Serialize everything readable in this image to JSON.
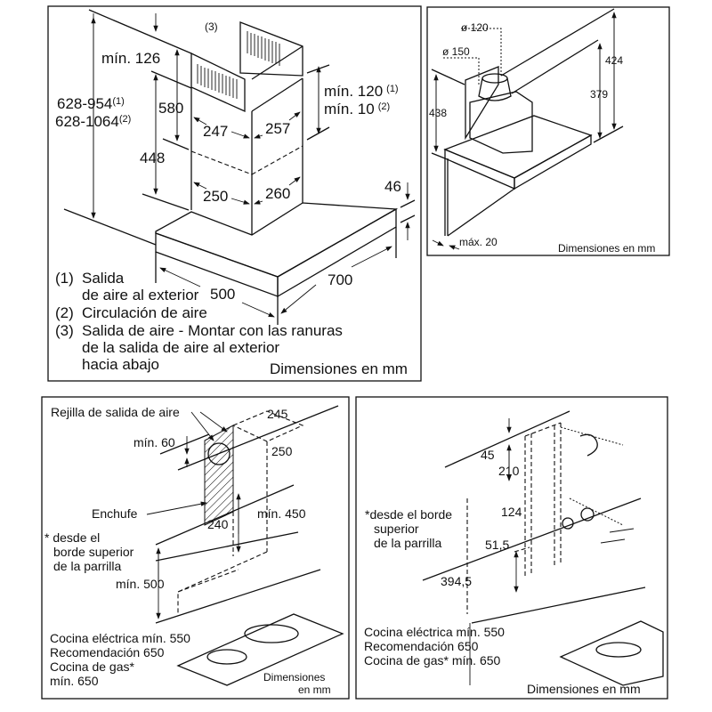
{
  "panel_main": {
    "label_3": "(3)",
    "min126": "mín. 126",
    "h1": "628-954",
    "h1_sup": "(1)",
    "h2": "628-1064",
    "h2_sup": "(2)",
    "d580": "580",
    "d448": "448",
    "d247": "247",
    "d257": "257",
    "d250": "250",
    "d260": "260",
    "min120": "mín. 120",
    "min120_sup": "(1)",
    "min10": "mín. 10",
    "min10_sup": "(2)",
    "d46": "46",
    "d500": "500",
    "d700": "700",
    "legend": [
      {
        "num": "(1)",
        "lines": [
          "Salida",
          "de aire al exterior"
        ]
      },
      {
        "num": "(2)",
        "lines": [
          "Circulación de aire"
        ]
      },
      {
        "num": "(3)",
        "lines": [
          "Salida de aire - Montar con las ranuras",
          "de la salida de aire al exterior",
          "hacia abajo"
        ]
      }
    ],
    "units": "Dimensiones en mm"
  },
  "panel_side": {
    "dia120": "ø 120",
    "dia150": "ø 150",
    "d424": "424",
    "d379": "379",
    "d438": "438",
    "max20": "máx. 20",
    "units": "Dimensiones en mm"
  },
  "panel_install_left": {
    "rejilla": "Rejilla de salida de aire",
    "d245": "245",
    "d250": "250",
    "min60": "mín. 60",
    "enchufe": "Enchufe",
    "d240": "240",
    "min450": "mín. 450",
    "note": [
      "* desde el",
      "borde superior",
      "de la parrilla"
    ],
    "min500": "mín. 500",
    "cooktop": [
      "Cocina eléctrica mín. 550",
      "Recomendación 650",
      "Cocina de gas*",
      "mín. 650"
    ],
    "units": [
      "Dimensiones",
      "en mm"
    ]
  },
  "panel_install_right": {
    "d45": "45",
    "d210": "210",
    "d124": "124",
    "note": [
      "*desde el borde",
      "superior",
      "de la parrilla"
    ],
    "d51_5": "51,5",
    "d394_5": "394,5",
    "cooktop": [
      "Cocina eléctrica mín. 550",
      "Recomendación 650",
      "Cocina de gas* mín. 650"
    ],
    "units": "Dimensiones en mm"
  }
}
